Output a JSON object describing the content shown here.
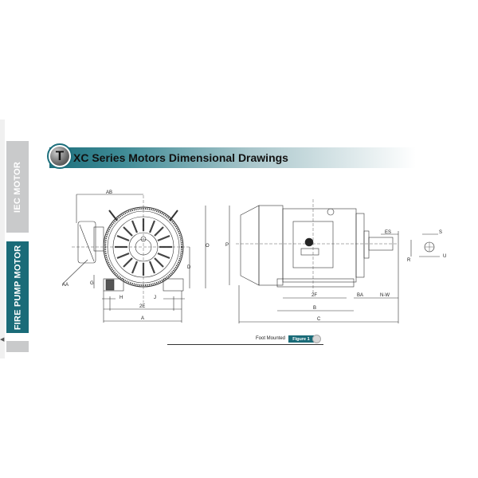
{
  "sidebar": {
    "tabs": [
      {
        "label": "IEC MOTOR",
        "active": false,
        "color": "#c9cacb"
      },
      {
        "label": "FIRE PUMP MOTOR",
        "active": true,
        "color": "#1a6b78"
      }
    ]
  },
  "header": {
    "badge_letter": "T",
    "title": "XC Series Motors Dimensional Drawings",
    "accent_color": "#1d6f7c"
  },
  "drawing": {
    "front_view_labels": {
      "AB": "AB",
      "O": "O",
      "D": "D",
      "AA": "AA",
      "G": "G",
      "H": "H",
      "J": "J",
      "2E": "2E",
      "A": "A"
    },
    "side_view_labels": {
      "P": "P",
      "ES": "ES",
      "2F": "2F",
      "BA": "BA",
      "NW": "N-W",
      "B": "B",
      "C": "C"
    },
    "shaft_detail_labels": {
      "S": "S",
      "R": "R",
      "U": "U"
    }
  },
  "footer": {
    "caption": "Foot Mounted",
    "figure_label": "Figure 1"
  }
}
